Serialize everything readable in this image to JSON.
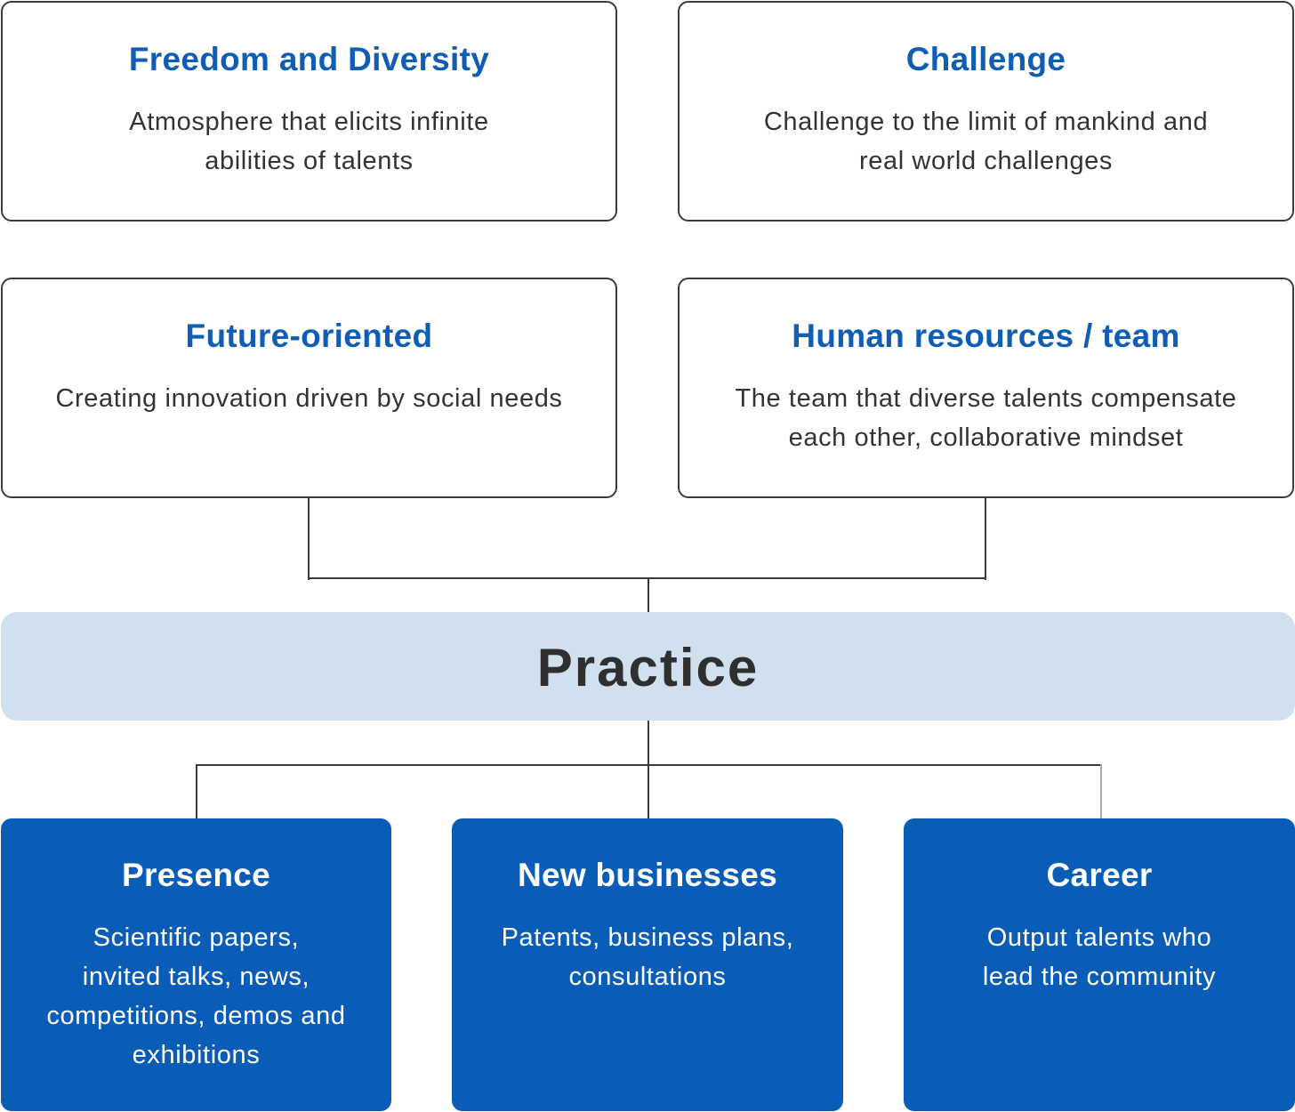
{
  "values": [
    {
      "title": "Freedom and Diversity",
      "desc_line1": "Atmosphere that elicits infinite",
      "desc_line2": "abilities of talents"
    },
    {
      "title": "Challenge",
      "desc_line1": "Challenge to the limit of mankind and",
      "desc_line2": "real world challenges"
    },
    {
      "title": "Future-oriented",
      "desc_line1": "Creating innovation driven by social needs",
      "desc_line2": ""
    },
    {
      "title": "Human resources / team",
      "desc_line1": "The team that diverse talents compensate",
      "desc_line2": "each other, collaborative mindset"
    }
  ],
  "practice": {
    "label": "Practice"
  },
  "outcomes": [
    {
      "title": "Presence",
      "desc_lines": [
        "Scientific papers,",
        "invited talks, news,",
        "competitions, demos and",
        "exhibitions"
      ]
    },
    {
      "title": "New businesses",
      "desc_lines": [
        "Patents, business plans,",
        "consultations"
      ]
    },
    {
      "title": "Career",
      "desc_lines": [
        "Output talents who",
        "lead the community"
      ]
    }
  ],
  "colors": {
    "title_blue": "#0f5db4",
    "outcome_fill": "#0a5db6",
    "practice_fill": "#d0e0ef",
    "border": "#3a3a3a",
    "text": "#333333"
  }
}
